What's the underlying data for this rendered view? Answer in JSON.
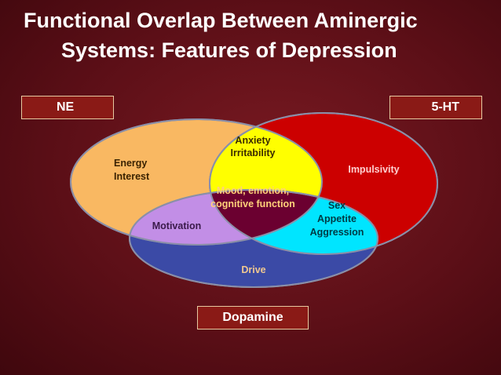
{
  "title": {
    "line1": "Functional Overlap Between Aminergic",
    "line2": "Systems: Features of Depression"
  },
  "systems": {
    "ne": "NE",
    "serotonin": "5-HT",
    "dopamine": "Dopamine"
  },
  "regions": {
    "ne_only": {
      "line1": "Energy",
      "line2": "Interest"
    },
    "ht_only": {
      "line1": "Impulsivity"
    },
    "ne_ht": {
      "line1": "Anxiety",
      "line2": "Irritability"
    },
    "ne_da": {
      "line1": "Motivation"
    },
    "ht_da": {
      "line1": "Sex",
      "line2": "Appetite",
      "line3": "Aggression"
    },
    "all": {
      "line1": "Mood, emotion,",
      "line2": "cognitive function"
    },
    "da_only": {
      "line1": "Drive"
    }
  },
  "colors": {
    "background": "#5c0f17",
    "ne": "#f9b862",
    "serotonin": "#cc0000",
    "dopamine": "#3b4aa6",
    "ne_ht": "#ffff00",
    "ne_da": "#c28ee6",
    "ht_da": "#00e5ff",
    "center": "#6b0030"
  }
}
